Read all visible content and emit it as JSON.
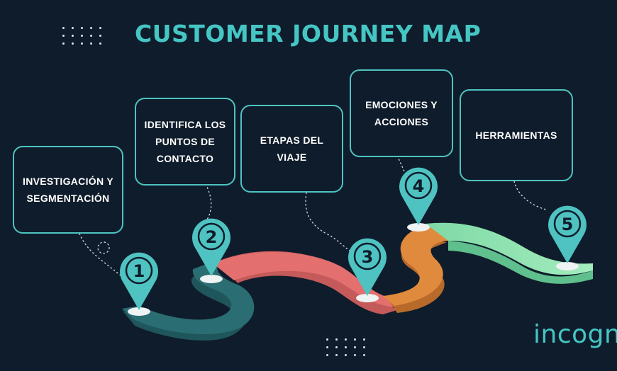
{
  "title": "CUSTOMER JOURNEY MAP",
  "brand": "incogn",
  "colors": {
    "background": "#0f1c2b",
    "accent": "#45c6c4",
    "segment_1": "#2a6d73",
    "segment_2": "#e3706f",
    "segment_3": "#e08a3e",
    "segment_4": "#86dcab"
  },
  "steps": [
    {
      "number": "1",
      "label": "INVESTIGACIÓN Y\nSEGMENTACIÓN"
    },
    {
      "number": "2",
      "label": "IDENTIFICA LOS\nPUNTOS DE\nCONTACTO"
    },
    {
      "number": "3",
      "label": "ETAPAS DEL\nVIAJE"
    },
    {
      "number": "4",
      "label": "EMOCIONES Y\nACCIONES"
    },
    {
      "number": "5",
      "label": "HERRAMIENTAS"
    }
  ]
}
